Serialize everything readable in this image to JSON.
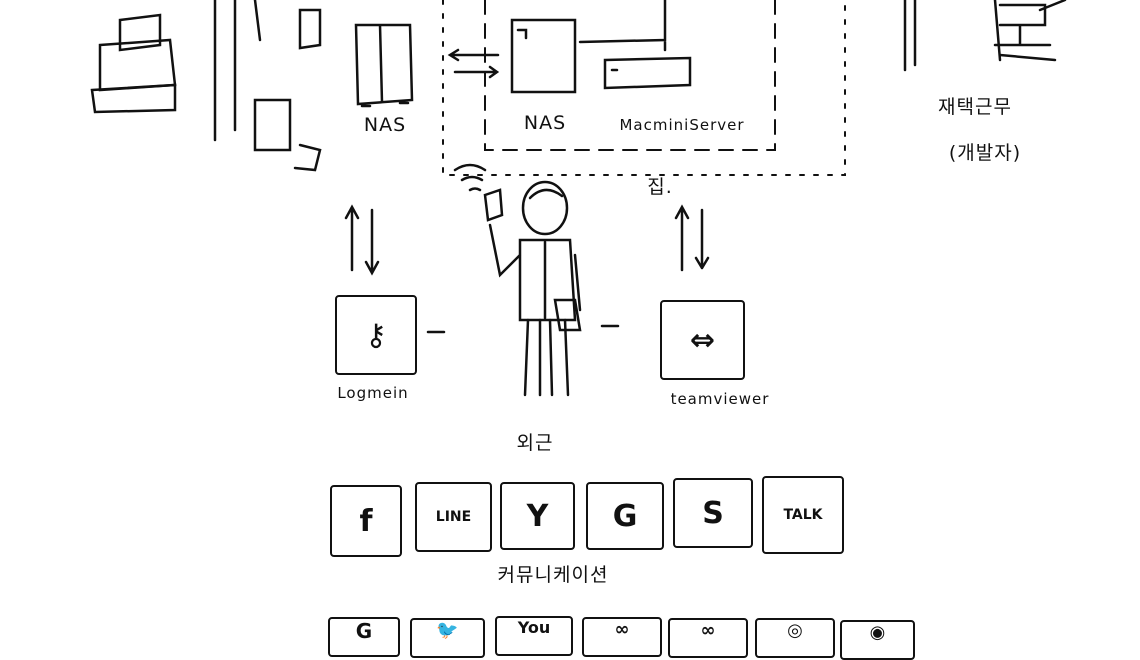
{
  "office": {
    "nas_label": "NAS"
  },
  "home": {
    "nas_label": "NAS",
    "server_label": "MacminiServer",
    "label": "집."
  },
  "remote_work": {
    "title": "재택근무",
    "subtitle": "(개발자)"
  },
  "remote_tools": [
    {
      "name": "logmein",
      "label": "Logmein",
      "glyph": "⚷"
    },
    {
      "name": "teamviewer",
      "label": "teamviewer",
      "glyph": "⇔"
    }
  ],
  "field_work": {
    "label": "외근"
  },
  "communication": {
    "label": "커뮤니케이션",
    "apps": [
      {
        "name": "facebook",
        "glyph": "f"
      },
      {
        "name": "line",
        "glyph": "LINE"
      },
      {
        "name": "yammer",
        "glyph": "Y"
      },
      {
        "name": "gmail",
        "glyph": "G"
      },
      {
        "name": "skype",
        "glyph": "S"
      },
      {
        "name": "kakaotalk",
        "glyph": "TALK"
      }
    ]
  },
  "bottom_apps": [
    {
      "name": "google-plus",
      "glyph": "G"
    },
    {
      "name": "twitter",
      "glyph": "🐦"
    },
    {
      "name": "youtube",
      "glyph": "You"
    },
    {
      "name": "app-4",
      "glyph": "∞"
    },
    {
      "name": "app-5",
      "glyph": "∞"
    },
    {
      "name": "app-6",
      "glyph": "◎"
    },
    {
      "name": "app-7",
      "glyph": "◉"
    }
  ]
}
